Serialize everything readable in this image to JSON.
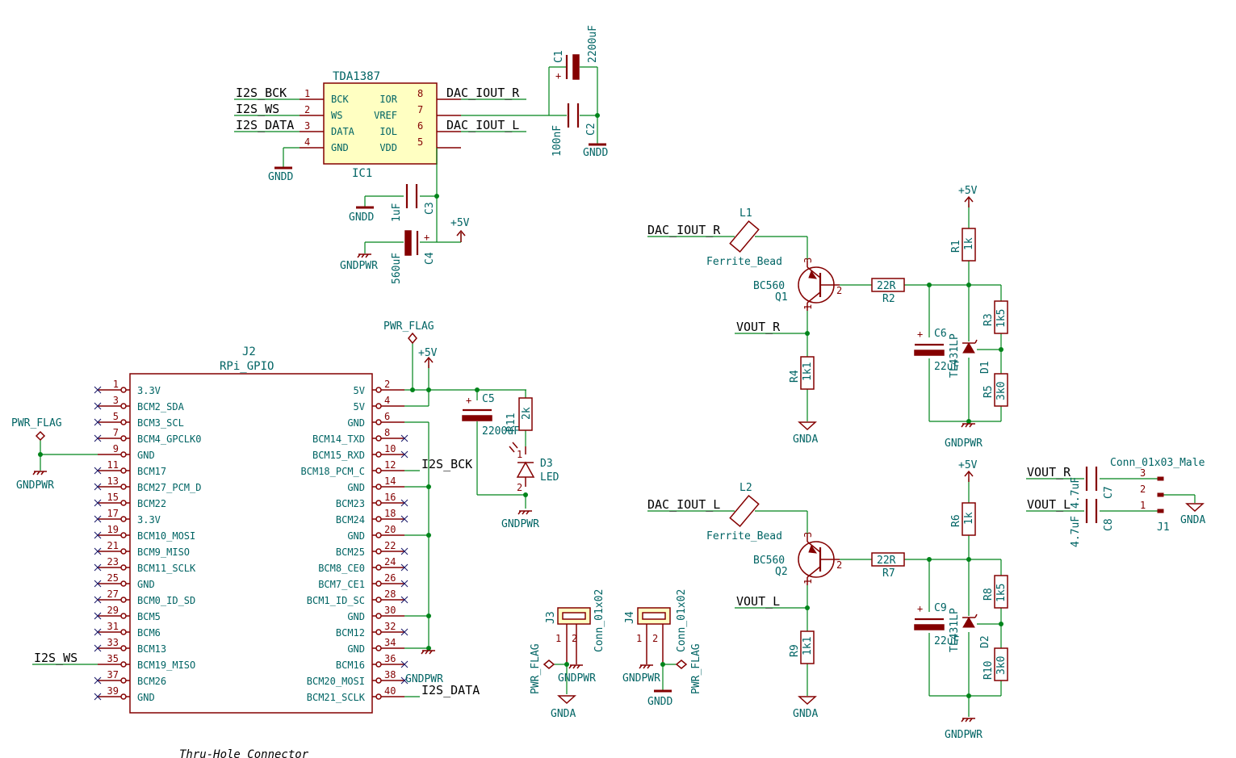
{
  "nets": {
    "i2s_bck": "I2S_BCK",
    "i2s_ws": "I2S_WS",
    "i2s_data": "I2S_DATA",
    "dac_iout_r": "DAC_IOUT_R",
    "dac_iout_l": "DAC_IOUT_L",
    "vout_r": "VOUT_R",
    "vout_l": "VOUT_L"
  },
  "power": {
    "gndd": "GNDD",
    "gnda": "GNDA",
    "gndpwr": "GNDPWR",
    "p5v": "+5V",
    "pwr_flag": "PWR_FLAG"
  },
  "ic1": {
    "value": "TDA1387",
    "ref": "IC1",
    "pins_left": [
      {
        "num": "1",
        "name": "BCK"
      },
      {
        "num": "2",
        "name": "WS"
      },
      {
        "num": "3",
        "name": "DATA"
      },
      {
        "num": "4",
        "name": "GND"
      }
    ],
    "pins_right": [
      {
        "num": "8",
        "name": "IOR"
      },
      {
        "num": "7",
        "name": "VREF"
      },
      {
        "num": "6",
        "name": "IOL"
      },
      {
        "num": "5",
        "name": "VDD"
      }
    ]
  },
  "caps": {
    "c1": {
      "ref": "C1",
      "value": "2200uF"
    },
    "c2": {
      "ref": "C2",
      "value": "100nF"
    },
    "c3": {
      "ref": "C3",
      "value": "1uF"
    },
    "c4": {
      "ref": "C4",
      "value": "560uF"
    },
    "c5": {
      "ref": "C5",
      "value": "2200uF"
    },
    "c6": {
      "ref": "C6",
      "value": "22uF"
    },
    "c7": {
      "ref": "C7",
      "value": "4.7uF"
    },
    "c8": {
      "ref": "C8",
      "value": "4.7uF"
    },
    "c9": {
      "ref": "C9",
      "value": "22uF"
    }
  },
  "j2": {
    "ref": "J2",
    "value": "RPi_GPIO",
    "left_pins": [
      {
        "num": "1",
        "name": "3.3V"
      },
      {
        "num": "3",
        "name": "BCM2_SDA"
      },
      {
        "num": "5",
        "name": "BCM3_SCL"
      },
      {
        "num": "7",
        "name": "BCM4_GPCLK0"
      },
      {
        "num": "9",
        "name": "GND"
      },
      {
        "num": "11",
        "name": "BCM17"
      },
      {
        "num": "13",
        "name": "BCM27_PCM_D"
      },
      {
        "num": "15",
        "name": "BCM22"
      },
      {
        "num": "17",
        "name": "3.3V"
      },
      {
        "num": "19",
        "name": "BCM10_MOSI"
      },
      {
        "num": "21",
        "name": "BCM9_MISO"
      },
      {
        "num": "23",
        "name": "BCM11_SCLK"
      },
      {
        "num": "25",
        "name": "GND"
      },
      {
        "num": "27",
        "name": "BCM0_ID_SD"
      },
      {
        "num": "29",
        "name": "BCM5"
      },
      {
        "num": "31",
        "name": "BCM6"
      },
      {
        "num": "33",
        "name": "BCM13"
      },
      {
        "num": "35",
        "name": "BCM19_MISO"
      },
      {
        "num": "37",
        "name": "BCM26"
      },
      {
        "num": "39",
        "name": "GND"
      }
    ],
    "right_pins": [
      {
        "num": "2",
        "name": "5V"
      },
      {
        "num": "4",
        "name": "5V"
      },
      {
        "num": "6",
        "name": "GND"
      },
      {
        "num": "8",
        "name": "BCM14_TXD"
      },
      {
        "num": "10",
        "name": "BCM15_RXD"
      },
      {
        "num": "12",
        "name": "BCM18_PCM_C"
      },
      {
        "num": "14",
        "name": "GND"
      },
      {
        "num": "16",
        "name": "BCM23"
      },
      {
        "num": "18",
        "name": "BCM24"
      },
      {
        "num": "20",
        "name": "GND"
      },
      {
        "num": "22",
        "name": "BCM25"
      },
      {
        "num": "24",
        "name": "BCM8_CE0"
      },
      {
        "num": "26",
        "name": "BCM7_CE1"
      },
      {
        "num": "28",
        "name": "BCM1_ID_SC"
      },
      {
        "num": "30",
        "name": "GND"
      },
      {
        "num": "32",
        "name": "BCM12"
      },
      {
        "num": "34",
        "name": "GND"
      },
      {
        "num": "36",
        "name": "BCM16"
      },
      {
        "num": "38",
        "name": "BCM20_MOSI"
      },
      {
        "num": "40",
        "name": "BCM21_SCLK"
      }
    ]
  },
  "r11": {
    "ref": "R11",
    "value": "2k"
  },
  "d3": {
    "ref": "D3",
    "value": "LED",
    "pin1": "1",
    "pin2": "2"
  },
  "l1": {
    "ref": "L1",
    "value": "Ferrite_Bead"
  },
  "l2": {
    "ref": "L2",
    "value": "Ferrite_Bead"
  },
  "q1": {
    "ref": "Q1",
    "value": "BC560",
    "p1": "1",
    "p2": "2",
    "p3": "3"
  },
  "q2": {
    "ref": "Q2",
    "value": "BC560",
    "p1": "1",
    "p2": "2",
    "p3": "3"
  },
  "res": {
    "r1": {
      "ref": "R1",
      "value": "1k"
    },
    "r2": {
      "ref": "R2",
      "value": "22R"
    },
    "r3": {
      "ref": "R3",
      "value": "1k5"
    },
    "r4": {
      "ref": "R4",
      "value": "1k1"
    },
    "r5": {
      "ref": "R5",
      "value": "3k0"
    },
    "r6": {
      "ref": "R6",
      "value": "1k"
    },
    "r7": {
      "ref": "R7",
      "value": "22R"
    },
    "r8": {
      "ref": "R8",
      "value": "1k5"
    },
    "r9": {
      "ref": "R9",
      "value": "1k1"
    },
    "r10": {
      "ref": "R10",
      "value": "3k0"
    }
  },
  "diodes": {
    "d1": {
      "ref": "D1",
      "value": "TL431LP"
    },
    "d2": {
      "ref": "D2",
      "value": "TL431LP"
    }
  },
  "j1": {
    "ref": "J1",
    "value": "Conn_01x03_Male",
    "pins": [
      "3",
      "2",
      "1"
    ]
  },
  "j3": {
    "ref": "J3",
    "value": "Conn_01x02",
    "pins": [
      "1",
      "2"
    ]
  },
  "j4": {
    "ref": "J4",
    "value": "Conn_01x02",
    "pins": [
      "1",
      "2"
    ]
  },
  "note": "Thru-Hole Connector"
}
